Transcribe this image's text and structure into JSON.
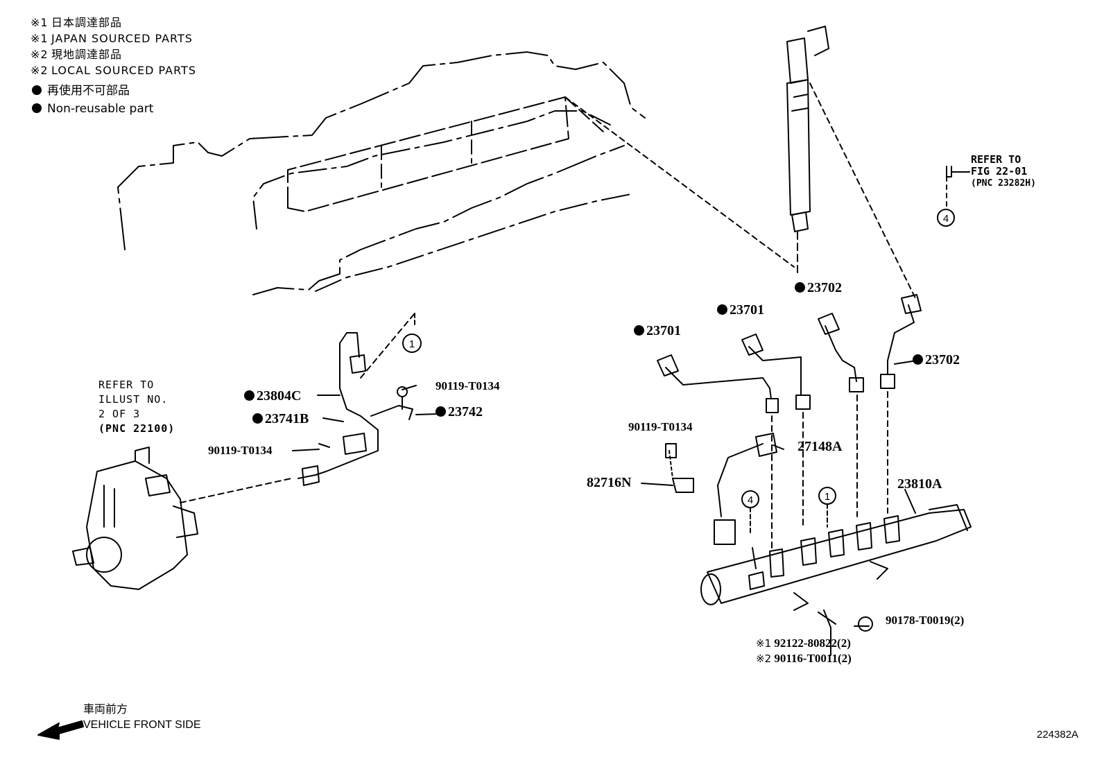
{
  "legend": {
    "note1_jp": "日本調達部品",
    "note1_en": "JAPAN SOURCED PARTS",
    "note2_jp": "現地調達部品",
    "note2_en": "LOCAL SOURCED PARTS",
    "mark1": "※1",
    "mark2": "※2",
    "nonreusable_jp": "再使用不可部品",
    "nonreusable_en": "Non-reusable part"
  },
  "refs": {
    "pump_line1": "REFER TO",
    "pump_line2": "ILLUST NO.",
    "pump_line3": "2 OF 3",
    "pump_line4": "(PNC 22100)",
    "fig_line1": "REFER TO",
    "fig_line2": "FIG 22-01",
    "fig_line3": "(PNC 23282H)"
  },
  "parts": {
    "p23804C": "23804C",
    "p23741B": "23741B",
    "p90119_left": "90119-T0134",
    "p90119_top": "90119-T0134",
    "p23742": "23742",
    "p23701_a": "23701",
    "p23701_b": "23701",
    "p23702_a": "23702",
    "p23702_b": "23702",
    "p90119_right": "90119-T0134",
    "p27148A": "27148A",
    "p82716N": "82716N",
    "p23810A": "23810A",
    "p90178": "90178-T0019(2)",
    "p92122": "92122-80822(2)",
    "p90116": "90116-T0011(2)"
  },
  "callouts": {
    "c1_top": "1",
    "c4_top": "4",
    "c4_rail": "4",
    "c1_rail": "1"
  },
  "front": {
    "jp": "車両前方",
    "en": "VEHICLE FRONT SIDE"
  },
  "figure_number": "224382A"
}
